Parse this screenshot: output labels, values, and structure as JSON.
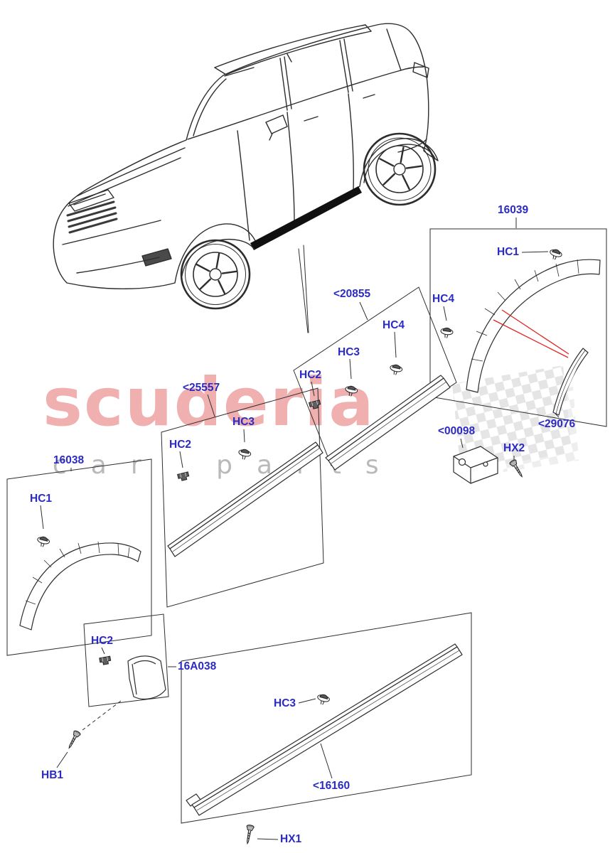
{
  "watermark": {
    "brand": "scuderia",
    "tagline": "car parts"
  },
  "callouts": {
    "c16039": "16039",
    "hc1_a": "HC1",
    "hc4_a": "HC4",
    "c20855": "<20855",
    "hc4_b": "HC4",
    "hc3_b": "HC3",
    "hc2_b": "HC2",
    "c25557": "<25557",
    "hc3_c": "HC3",
    "hc2_c": "HC2",
    "c16038": "16038",
    "hc1_b": "HC1",
    "c00098": "<00098",
    "hx2": "HX2",
    "c29076": "<29076",
    "c16a038": "16A038",
    "hc2_d": "HC2",
    "hb1": "HB1",
    "hc3_d": "HC3",
    "c16160": "<16160",
    "hx1": "HX1"
  },
  "colors": {
    "background": "#ffffff",
    "line": "#2d2d2d",
    "callout": "#2b2bc4",
    "accent_red": "#e02321",
    "watermark_brand": "#e56363",
    "watermark_tagline": "#8c8c8c"
  }
}
